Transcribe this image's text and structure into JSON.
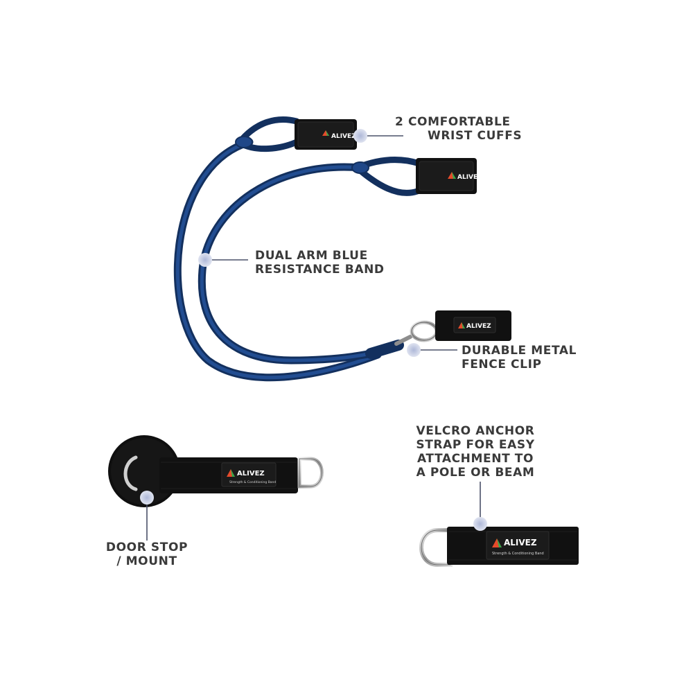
{
  "brand": {
    "name": "ALIVEZ",
    "tagline": "Strength & Conditioning Band"
  },
  "labels": {
    "wrist_cuffs": [
      "2 COMFORTABLE",
      "WRIST CUFFS"
    ],
    "resistance_band": [
      "DUAL ARM BLUE",
      "RESISTANCE BAND"
    ],
    "fence_clip": [
      "DURABLE METAL",
      "FENCE CLIP"
    ],
    "door_stop": [
      "DOOR STOP",
      "/ MOUNT"
    ],
    "velcro_anchor": [
      "VELCRO ANCHOR",
      "STRAP FOR EASY",
      "ATTACHMENT TO",
      "A POLE OR BEAM"
    ]
  },
  "colors": {
    "band_blue": "#1c3f7a",
    "strap_black": "#111111",
    "text": "#3a3a3a",
    "callout_dot": "#c9d0e6",
    "callout_line": "#4a5068"
  }
}
